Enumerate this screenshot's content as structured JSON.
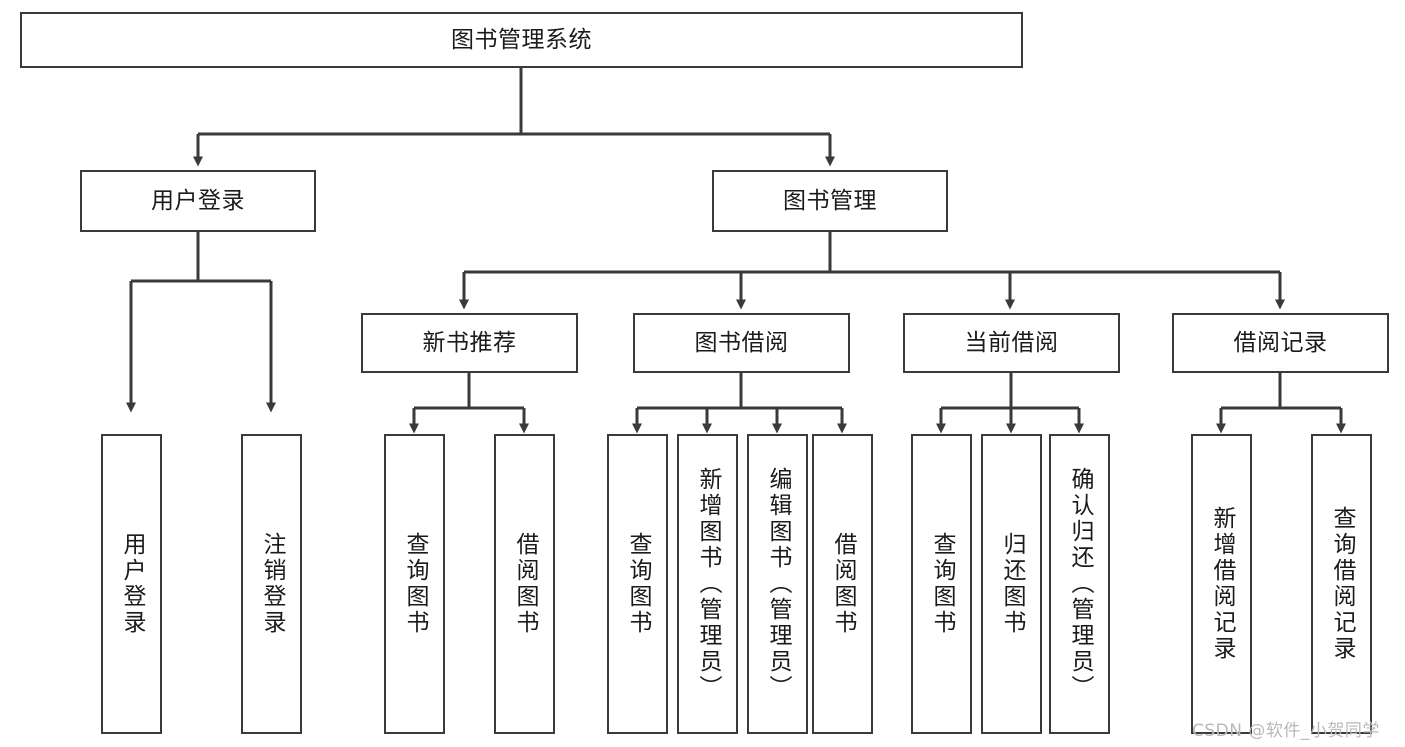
{
  "diagram": {
    "title": "图书管理系统",
    "type": "tree",
    "colors": {
      "box_border": "#3a3a3a",
      "box_fill": "#ffffff",
      "connector": "#3a3a3a",
      "text": "#1b1b1b",
      "watermark": "#b9b9b9",
      "background": "#ffffff"
    },
    "watermark": "CSDN @软件_小贺同学"
  },
  "nodes": {
    "root": {
      "label": "图书管理系统"
    },
    "level2": [
      {
        "label": "用户登录"
      },
      {
        "label": "图书管理"
      }
    ],
    "level3": [
      {
        "label": "新书推荐"
      },
      {
        "label": "图书借阅"
      },
      {
        "label": "当前借阅"
      },
      {
        "label": "借阅记录"
      }
    ],
    "leaves_user_login": [
      {
        "label": "用户登录"
      },
      {
        "label": "注销登录"
      }
    ],
    "leaves_new_book": [
      {
        "label": "查询图书"
      },
      {
        "label": "借阅图书"
      }
    ],
    "leaves_borrow": [
      {
        "label": "查询图书"
      },
      {
        "label": "新增图书（管理员）"
      },
      {
        "label": "编辑图书（管理员）"
      },
      {
        "label": "借阅图书"
      }
    ],
    "leaves_current": [
      {
        "label": "查询图书"
      },
      {
        "label": "归还图书"
      },
      {
        "label": "确认归还（管理员）"
      }
    ],
    "leaves_records": [
      {
        "label": "新增借阅记录"
      },
      {
        "label": "查询借阅记录"
      }
    ]
  }
}
